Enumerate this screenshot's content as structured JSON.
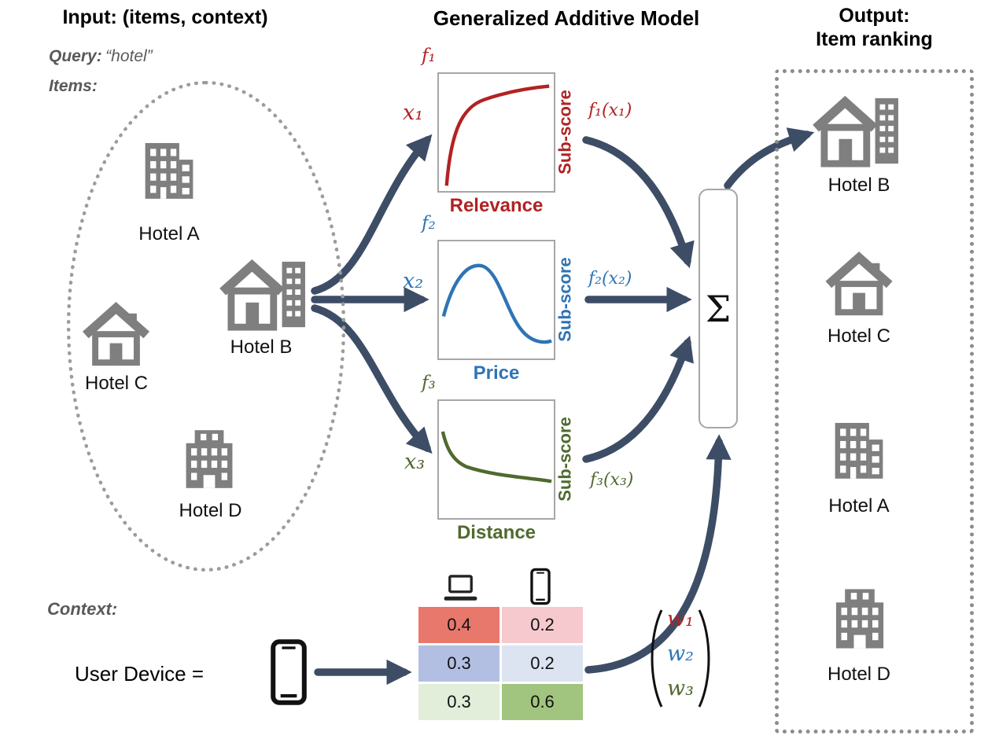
{
  "colors": {
    "arrow": "#3D4D66",
    "icon_gray": "#7F7F7F",
    "red": "#B22222",
    "blue": "#2E74B5",
    "green": "#4F6A2E"
  },
  "input": {
    "title": "Input: (items, context)",
    "query_label": "Query:",
    "query_value": "“hotel”",
    "items_label": "Items:",
    "hotel_a": "Hotel A",
    "hotel_b": "Hotel B",
    "hotel_c": "Hotel C",
    "hotel_d": "Hotel D",
    "context_label": "Context:",
    "device_label": "User Device ="
  },
  "model": {
    "title": "Generalized Additive Model",
    "sum_symbol": "Σ",
    "plots": [
      {
        "f_label": "f₁",
        "x_label": "x₁",
        "out_label": "f₁(x₁)",
        "xaxis": "Relevance",
        "yaxis": "Sub-score",
        "color": "#B22222"
      },
      {
        "f_label": "f₂",
        "x_label": "x₂",
        "out_label": "f₂(x₂)",
        "xaxis": "Price",
        "yaxis": "Sub-score",
        "color": "#2E74B5"
      },
      {
        "f_label": "f₃",
        "x_label": "x₃",
        "out_label": "f₃(x₃)",
        "xaxis": "Distance",
        "yaxis": "Sub-score",
        "color": "#4F6A2E"
      }
    ]
  },
  "context_table": {
    "col_icons": [
      "laptop-icon",
      "smartphone-icon"
    ],
    "rows": [
      [
        "0.4",
        "0.2"
      ],
      [
        "0.3",
        "0.2"
      ],
      [
        "0.3",
        "0.6"
      ]
    ],
    "cell_colors": [
      [
        "#E8776C",
        "#F6C9CF"
      ],
      [
        "#B3BFE2",
        "#DCE4F2"
      ],
      [
        "#E2EDDA",
        "#A1C47E"
      ]
    ]
  },
  "weights": {
    "labels": [
      "w₁",
      "w₂",
      "w₃"
    ],
    "colors": [
      "#B22222",
      "#2E74B5",
      "#4F6A2E"
    ]
  },
  "output": {
    "title_line1": "Output:",
    "title_line2": "Item ranking",
    "ranking": [
      "Hotel B",
      "Hotel C",
      "Hotel A",
      "Hotel D"
    ]
  }
}
